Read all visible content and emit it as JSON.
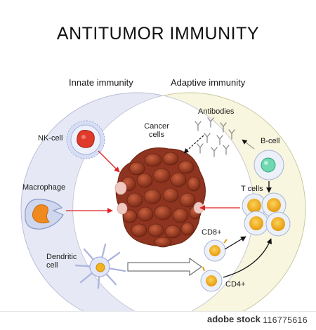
{
  "title": "ANTITUMOR IMMUNITY",
  "sections": {
    "innate": "Innate immunity",
    "adaptive": "Adaptive immunity"
  },
  "labels": {
    "nk_cell": "NK-cell",
    "macrophage": "Macrophage",
    "dendritic_line1": "Dendritic",
    "dendritic_line2": "cell",
    "cancer_line1": "Cancer",
    "cancer_line2": "cells",
    "antibodies": "Antibodies",
    "b_cell": "B-cell",
    "t_cells": "T cells",
    "cd8": "CD8+",
    "cd4": "CD4+"
  },
  "footer": {
    "logo": "adobe stock",
    "image_id": "116775616"
  },
  "colors": {
    "innate_fill": "#e6e9f5",
    "adaptive_fill": "#f8f6df",
    "circle_stroke": "#b9bcd6",
    "tumor": "#a8452b",
    "red_arrow": "#e02020",
    "t_cell_nucleus": "#f2b31c"
  },
  "icons": [
    "nk-cell-icon",
    "macrophage-icon",
    "dendritic-cell-icon",
    "b-cell-icon",
    "t-cell-icon",
    "antibody-icon",
    "tumor-mass-icon"
  ]
}
